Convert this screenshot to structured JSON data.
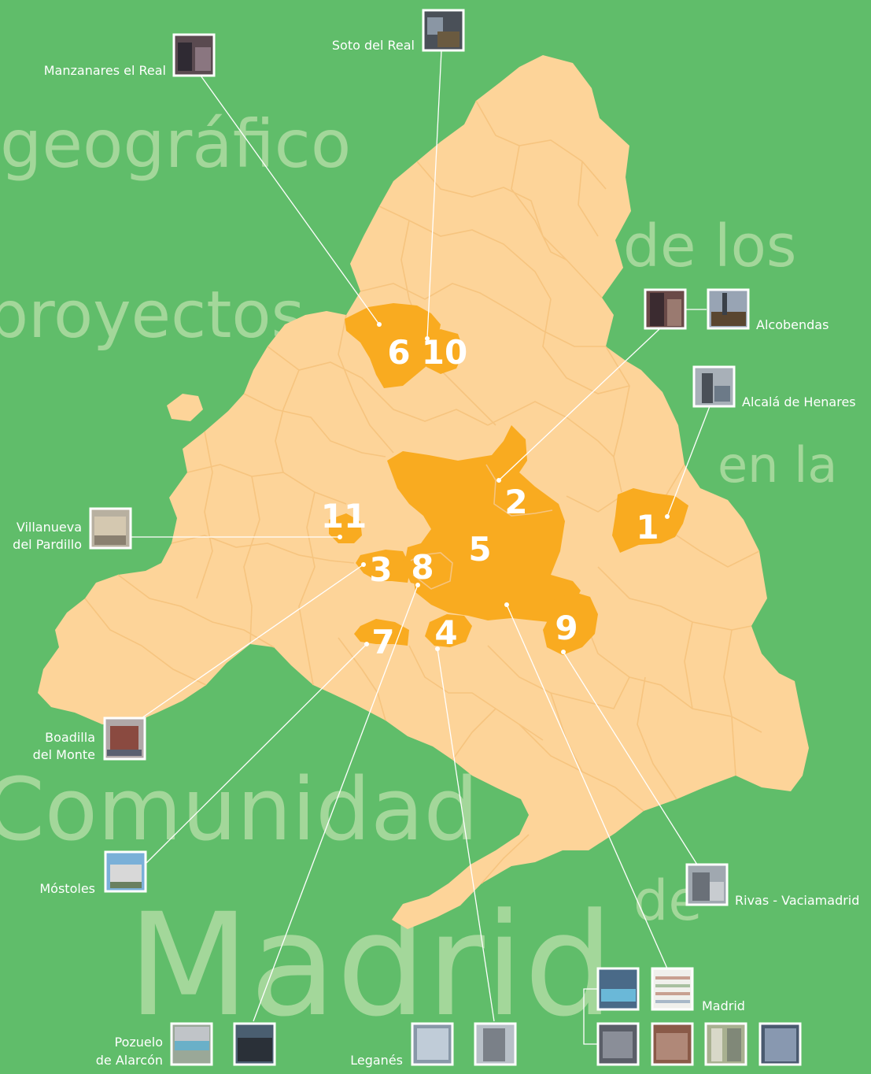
{
  "background_words": [
    "geográfico",
    "de los",
    "proyectos",
    "en la",
    "Comunidad",
    "de",
    "Madrid"
  ],
  "regions": [
    {
      "number": "1",
      "place": "Alcalá de Henares"
    },
    {
      "number": "2",
      "place": "Alcobendas"
    },
    {
      "number": "3",
      "place": "Boadilla del Monte"
    },
    {
      "number": "4",
      "place": "Leganés"
    },
    {
      "number": "5",
      "place": "Madrid"
    },
    {
      "number": "6",
      "place": "Manzanares el Real"
    },
    {
      "number": "7",
      "place": "Móstoles"
    },
    {
      "number": "8",
      "place": "Pozuelo de Alarcón"
    },
    {
      "number": "9",
      "place": "Rivas - Vaciamadrid"
    },
    {
      "number": "10",
      "place": "Soto del Real"
    },
    {
      "number": "11",
      "place": "Villanueva del Pardillo"
    }
  ],
  "labels": {
    "manzanares": "Manzanares el Real",
    "soto": "Soto del Real",
    "alcobendas": "Alcobendas",
    "alcala": "Alcalá de Henares",
    "villanueva_1": "Villanueva",
    "villanueva_2": "del Pardillo",
    "boadilla_1": "Boadilla",
    "boadilla_2": "del Monte",
    "mostoles": "Móstoles",
    "rivas": "Rivas - Vaciamadrid",
    "pozuelo_1": "Pozuelo",
    "pozuelo_2": "de Alarcón",
    "leganes": "Leganés",
    "madrid": "Madrid"
  },
  "colors": {
    "background": "#60bd6a",
    "background_text": "#a3d79a",
    "province_fill": "#fdd499",
    "highlight_fill": "#f9ab20",
    "text": "#ffffff"
  }
}
